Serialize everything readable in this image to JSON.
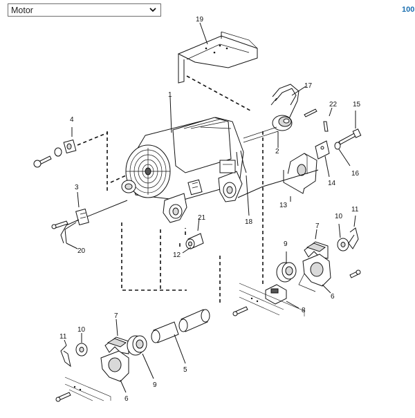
{
  "selector": {
    "value": "Motor"
  },
  "zoom_text": "100",
  "callouts": [
    "19",
    "17",
    "1",
    "22",
    "15",
    "4",
    "2",
    "16",
    "14",
    "3",
    "13",
    "21",
    "18",
    "11",
    "10",
    "7",
    "9",
    "20",
    "12",
    "6",
    "8",
    "11",
    "10",
    "7",
    "9",
    "5",
    "6"
  ]
}
